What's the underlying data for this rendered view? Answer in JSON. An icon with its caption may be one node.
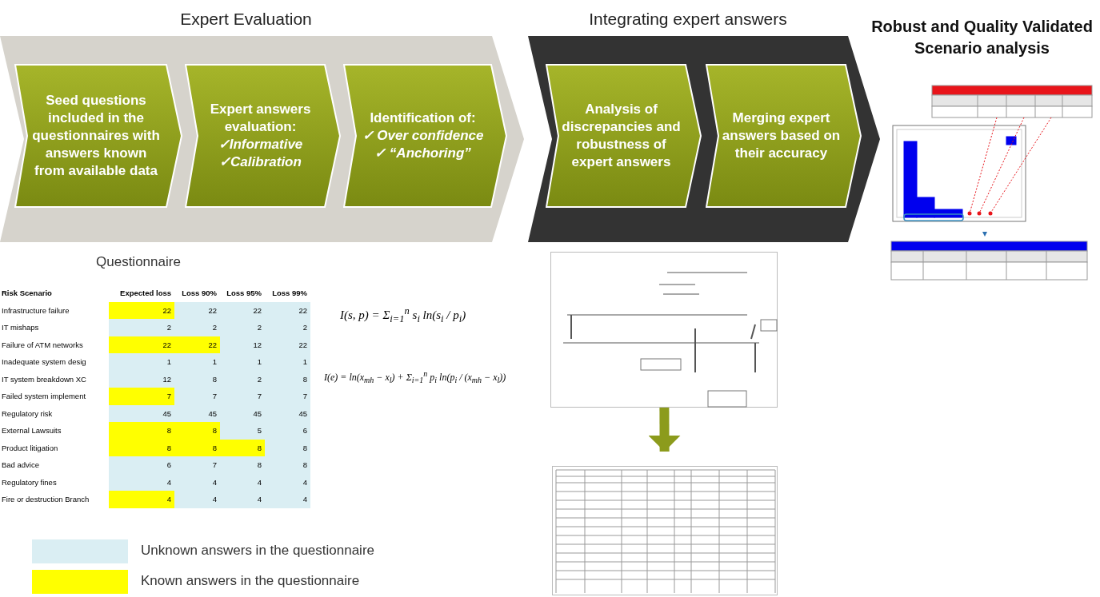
{
  "diagram": {
    "nodes": [
      {
        "text": [
          "Expert Evaluation"
        ]
      },
      {
        "text": [
          "Seed questions included in the questionnaires with answers known from available data"
        ],
        "in": 0
      },
      {
        "text": [
          "Expert answers evaluation:",
          "✓Informative",
          "✓Calibration"
        ],
        "in": 0
      },
      {
        "text": [
          "Identification of:",
          "✓ Over confidence",
          "✓ “Anchoring”"
        ],
        "in": 0
      },
      {
        "text": [
          "Integrating expert answers"
        ]
      },
      {
        "text": [
          "Analysis of discrepancies and robustness of expert answers"
        ],
        "in": 4
      },
      {
        "text": [
          "Merging expert answers based on their accuracy"
        ],
        "in": 4
      },
      {
        "text": [],
        "shape": "picture"
      },
      {
        "text": [],
        "shape": "picture"
      }
    ],
    "edges": [
      {
        "from": 7,
        "to": 8,
        "arrow": "to",
        "color": "#8c9b1c"
      }
    ],
    "labels": [
      "Robust and Quality Validated Scenario analysis",
      "Questionnaire",
      "Risk Scenario",
      "Expected loss",
      "Loss 90%",
      "Loss 95%",
      "Loss 99%",
      "Infrastructure failure",
      "22",
      "22",
      "22",
      "22",
      "IT mishaps",
      "2",
      "2",
      "2",
      "2",
      "Failure of ATM networks",
      "22",
      "22",
      "12",
      "22",
      "Inadequate system desig",
      "1",
      "1",
      "1",
      "1",
      "IT system breakdown XC",
      "12",
      "8",
      "2",
      "8",
      "Failed system implement",
      "7",
      "7",
      "7",
      "7",
      "Regulatory risk",
      "45",
      "45",
      "45",
      "45",
      "External Lawsuits",
      "8",
      "8",
      "5",
      "6",
      "Product litigation",
      "8",
      "8",
      "8",
      "8",
      "Bad advice",
      "6",
      "7",
      "8",
      "8",
      "Regulatory fines",
      "4",
      "4",
      "4",
      "4",
      "Fire or destruction Branch",
      "4",
      "4",
      "4",
      "4",
      "I(s, p) = Σ$_{i=1}$$^{n}$ s$_{i}$ ln(s$_{i}$ / p$_{i}$)",
      "I(e) = ln(x$_{mh}$ − x$_{l}$) + Σ$_{i=1}$$^{n}$ p$_{i}$ ln(p$_{i}$ / (x$_{mh}$ − x$_{l}$))"
    ],
    "legend": [
      {
        "text": "Unknown answers in the questionnaire",
        "color": "#daeef3"
      },
      {
        "text": "Known answers in the questionnaire",
        "color": "#ffff00"
      }
    ]
  }
}
